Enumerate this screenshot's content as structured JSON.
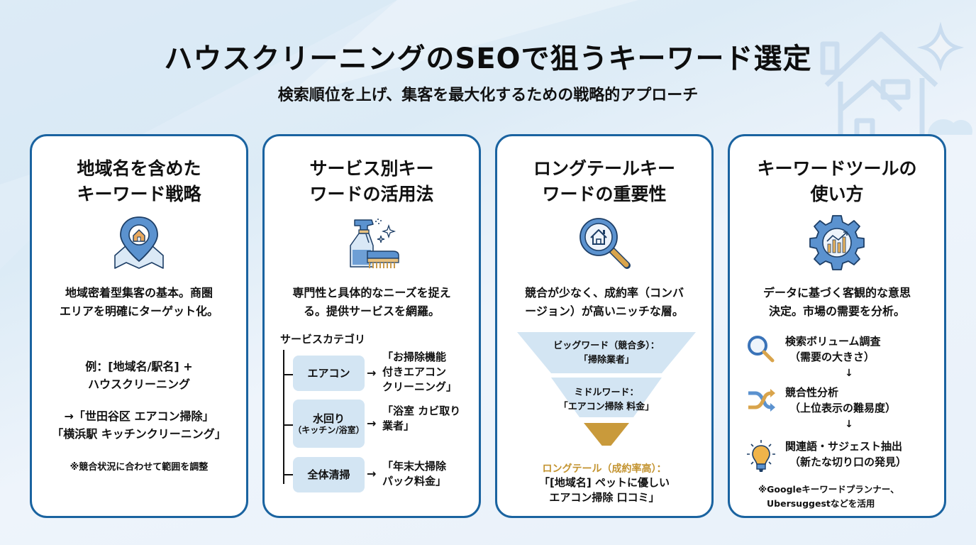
{
  "header": {
    "title": "ハウスクリーニングのSEOで狙うキーワード選定",
    "subtitle": "検索順位を上げ、集客を最大化するための戦略的アプローチ"
  },
  "colors": {
    "card_border": "#1a63a0",
    "icon_blue": "#5b92cf",
    "accent_gold": "#c3932f",
    "box_fill": "#d3e5f3"
  },
  "cards": [
    {
      "title_line1": "地域名を含めた",
      "title_line2": "キーワード戦略",
      "icon": "map-pin-house-icon",
      "desc_line1": "地域密着型集客の基本。商圏",
      "desc_line2": "エリアを明確にターゲット化。",
      "example_line1": "例：[地域名/駅名] +",
      "example_line2": "ハウスクリーニング",
      "result_line1": "→「世田谷区 エアコン掃除」",
      "result_line2": "「横浜駅 キッチンクリーニング」",
      "note": "※競合状況に合わせて範囲を調整"
    },
    {
      "title_line1": "サービス別キー",
      "title_line2": "ワードの活用法",
      "icon": "spray-brush-icon",
      "desc_line1": "専門性と具体的なニーズを捉え",
      "desc_line2": "る。提供サービスを網羅。",
      "tree_label": "サービスカテゴリ",
      "categories": [
        {
          "name": "エアコン",
          "sub": "",
          "result_lines": [
            "「お掃除機能",
            "付きエアコン",
            "クリーニング」"
          ]
        },
        {
          "name": "水回り",
          "sub": "（キッチン/浴室）",
          "result_lines": [
            "「浴室 カビ取り",
            "業者」"
          ]
        },
        {
          "name": "全体清掃",
          "sub": "",
          "result_lines": [
            "「年末大掃除",
            "パック料金」"
          ]
        }
      ],
      "arrow": "→"
    },
    {
      "title_line1": "ロングテールキー",
      "title_line2": "ワードの重要性",
      "icon": "magnifier-house-icon",
      "desc_line1": "競合が少なく、成約率（コンバ",
      "desc_line2": "ージョン）が高いニッチな層。",
      "funnel": {
        "big_label": "ビッグワード（競合多）：",
        "big_example": "「掃除業者」",
        "middle_label": "ミドルワード：",
        "middle_example": "「エアコン掃除 料金」",
        "long_label": "ロングテール（成約率高）：",
        "long_example_line1": "「[地域名] ペットに優しい",
        "long_example_line2": "エアコン掃除 口コミ」"
      }
    },
    {
      "title_line1": "キーワードツールの",
      "title_line2": "使い方",
      "icon": "gear-chart-icon",
      "desc_line1": "データに基づく客観的な意思",
      "desc_line2": "決定。市場の需要を分析。",
      "steps": [
        {
          "icon": "search-icon",
          "title": "検索ボリューム調査",
          "sub": "（需要の大きさ）"
        },
        {
          "icon": "shuffle-arrows-icon",
          "title": "競合性分析",
          "sub": "（上位表示の難易度）"
        },
        {
          "icon": "lightbulb-icon",
          "title": "関連語・サジェスト抽出",
          "sub": "（新たな切り口の発見）"
        }
      ],
      "down_arrow": "↓",
      "note_line1": "※Googleキーワードプランナー、",
      "note_line2": "Ubersuggestなどを活用"
    }
  ]
}
